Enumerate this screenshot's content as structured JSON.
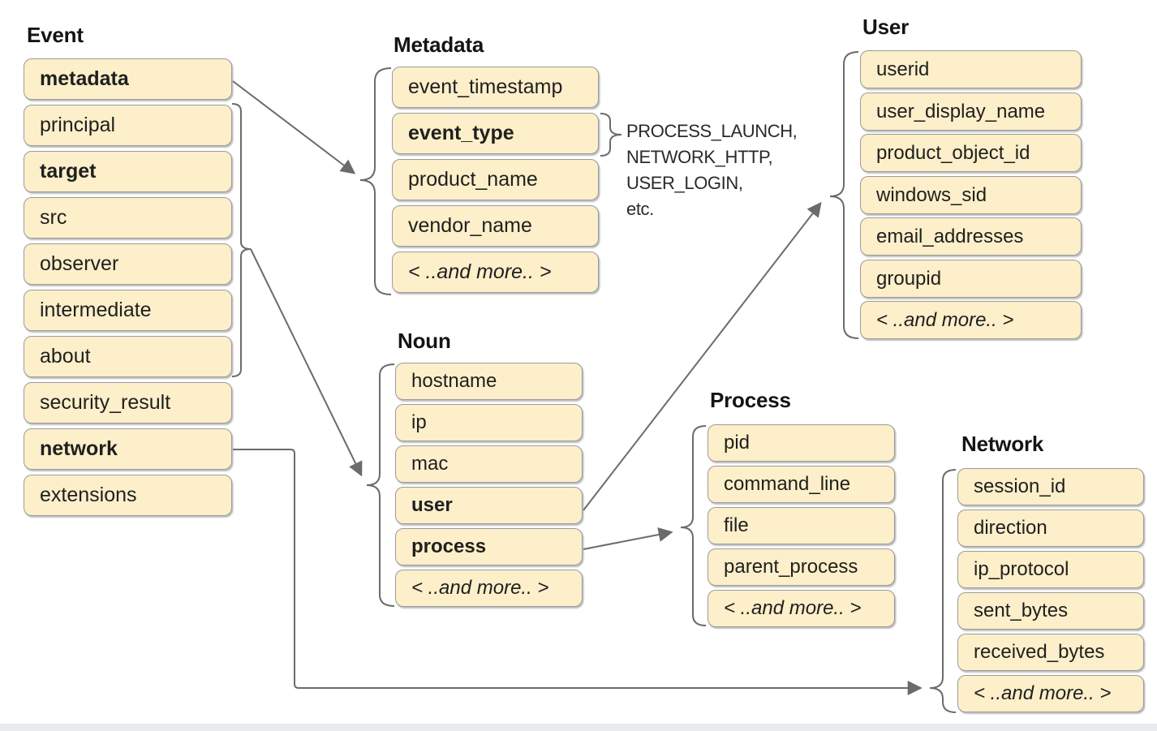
{
  "diagram": {
    "groups": {
      "event": {
        "title": "Event",
        "items": [
          {
            "label": "metadata",
            "bold": true
          },
          {
            "label": "principal"
          },
          {
            "label": "target",
            "bold": true
          },
          {
            "label": "src"
          },
          {
            "label": "observer"
          },
          {
            "label": "intermediate"
          },
          {
            "label": "about"
          },
          {
            "label": "security_result"
          },
          {
            "label": "network",
            "bold": true
          },
          {
            "label": "extensions"
          }
        ]
      },
      "metadata": {
        "title": "Metadata",
        "items": [
          {
            "label": "event_timestamp"
          },
          {
            "label": "event_type",
            "bold": true
          },
          {
            "label": "product_name"
          },
          {
            "label": "vendor_name"
          },
          {
            "label": "< ..and more.. >",
            "italic": true
          }
        ]
      },
      "noun": {
        "title": "Noun",
        "items": [
          {
            "label": "hostname"
          },
          {
            "label": "ip"
          },
          {
            "label": "mac"
          },
          {
            "label": "user",
            "bold": true
          },
          {
            "label": "process",
            "bold": true
          },
          {
            "label": "< ..and more.. >",
            "italic": true
          }
        ]
      },
      "user": {
        "title": "User",
        "items": [
          {
            "label": "userid"
          },
          {
            "label": "user_display_name"
          },
          {
            "label": "product_object_id"
          },
          {
            "label": "windows_sid"
          },
          {
            "label": "email_addresses"
          },
          {
            "label": "groupid"
          },
          {
            "label": "< ..and more.. >",
            "italic": true
          }
        ]
      },
      "process": {
        "title": "Process",
        "items": [
          {
            "label": "pid"
          },
          {
            "label": "command_line"
          },
          {
            "label": "file"
          },
          {
            "label": "parent_process"
          },
          {
            "label": "< ..and more.. >",
            "italic": true
          }
        ]
      },
      "network": {
        "title": "Network",
        "items": [
          {
            "label": "session_id"
          },
          {
            "label": "direction"
          },
          {
            "label": "ip_protocol"
          },
          {
            "label": "sent_bytes"
          },
          {
            "label": "received_bytes"
          },
          {
            "label": "< ..and more.. >",
            "italic": true
          }
        ]
      }
    },
    "event_type_examples": [
      "PROCESS_LAUNCH,",
      "NETWORK_HTTP,",
      "USER_LOGIN,",
      "etc."
    ],
    "connections": [
      {
        "from": "Event.metadata",
        "to": "Metadata"
      },
      {
        "from": "Event (principal..about)",
        "to": "Noun"
      },
      {
        "from": "Noun.user",
        "to": "User"
      },
      {
        "from": "Noun.process",
        "to": "Process"
      },
      {
        "from": "Event.network",
        "to": "Network"
      },
      {
        "from": "Metadata.event_type",
        "to": "event_type examples"
      }
    ],
    "colors": {
      "box_fill": "#fcefc9",
      "box_border": "#9b9b9b",
      "connector": "#6b6b6b",
      "text": "#1f1f1f"
    }
  }
}
